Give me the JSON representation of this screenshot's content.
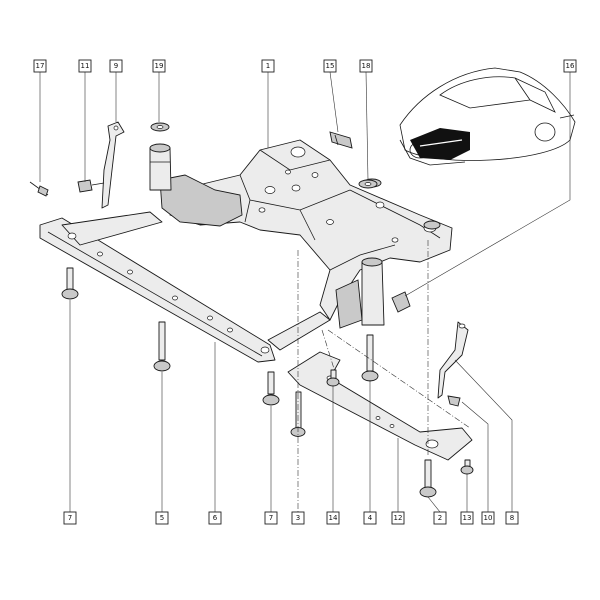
{
  "diagram": {
    "callouts_top": [
      {
        "id": "c17",
        "label": "17"
      },
      {
        "id": "c11",
        "label": "11"
      },
      {
        "id": "c9",
        "label": "9"
      },
      {
        "id": "c19",
        "label": "19"
      },
      {
        "id": "c1",
        "label": "1"
      },
      {
        "id": "c15",
        "label": "15"
      },
      {
        "id": "c18",
        "label": "18"
      },
      {
        "id": "c16",
        "label": "16"
      }
    ],
    "callouts_bottom": [
      {
        "id": "b7a",
        "label": "7"
      },
      {
        "id": "b5",
        "label": "5"
      },
      {
        "id": "b6",
        "label": "6"
      },
      {
        "id": "b7b",
        "label": "7"
      },
      {
        "id": "b3",
        "label": "3"
      },
      {
        "id": "b14",
        "label": "14"
      },
      {
        "id": "b4",
        "label": "4"
      },
      {
        "id": "b12",
        "label": "12"
      },
      {
        "id": "b2",
        "label": "2"
      },
      {
        "id": "b13",
        "label": "13"
      },
      {
        "id": "b10",
        "label": "10"
      },
      {
        "id": "b8",
        "label": "8"
      }
    ]
  }
}
